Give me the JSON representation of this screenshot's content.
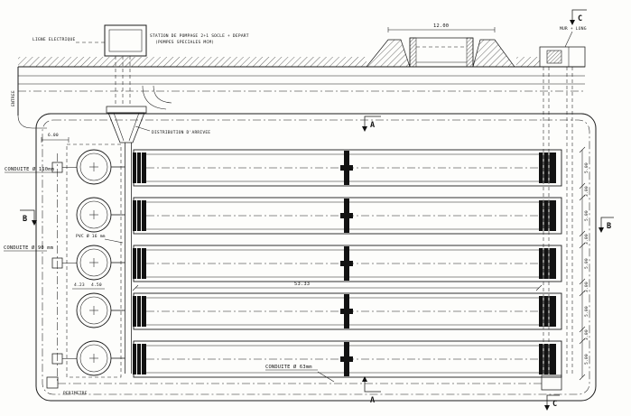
{
  "drawing": {
    "paper_color": "#fdfdfb",
    "ink_color": "#1b1b1b",
    "labels": {
      "ligne_electrique": "LIGNE ELECTRIQUE",
      "station_line1": "STATION DE POMPAGE  2+1 SOCLE + DEPART",
      "station_line2": "(POMPES SPECIALES MCM)",
      "entree": "ENTREE",
      "mur_long": "MUR + LONG",
      "distribution": "DISTRIBUTION D'ARRIVEE",
      "conduite_110": "CONDUITE Ø 110mm",
      "conduite_90": "CONDUITE Ø 90 mm",
      "pvc_16": "PVC Ø 16 mm",
      "conduite_63": "CONDUITE Ø 63mm",
      "perimetre": "PERIMETRE"
    },
    "dimensions": {
      "overall_length": "53.33",
      "section_width": "12.00",
      "left_dim": "6.00",
      "dim_a": "4.23",
      "dim_b": "4.50",
      "strip_width": "5.00",
      "strip_gap": "3.00"
    },
    "section_markers": {
      "a": "A",
      "b": "B",
      "c": "C"
    }
  }
}
